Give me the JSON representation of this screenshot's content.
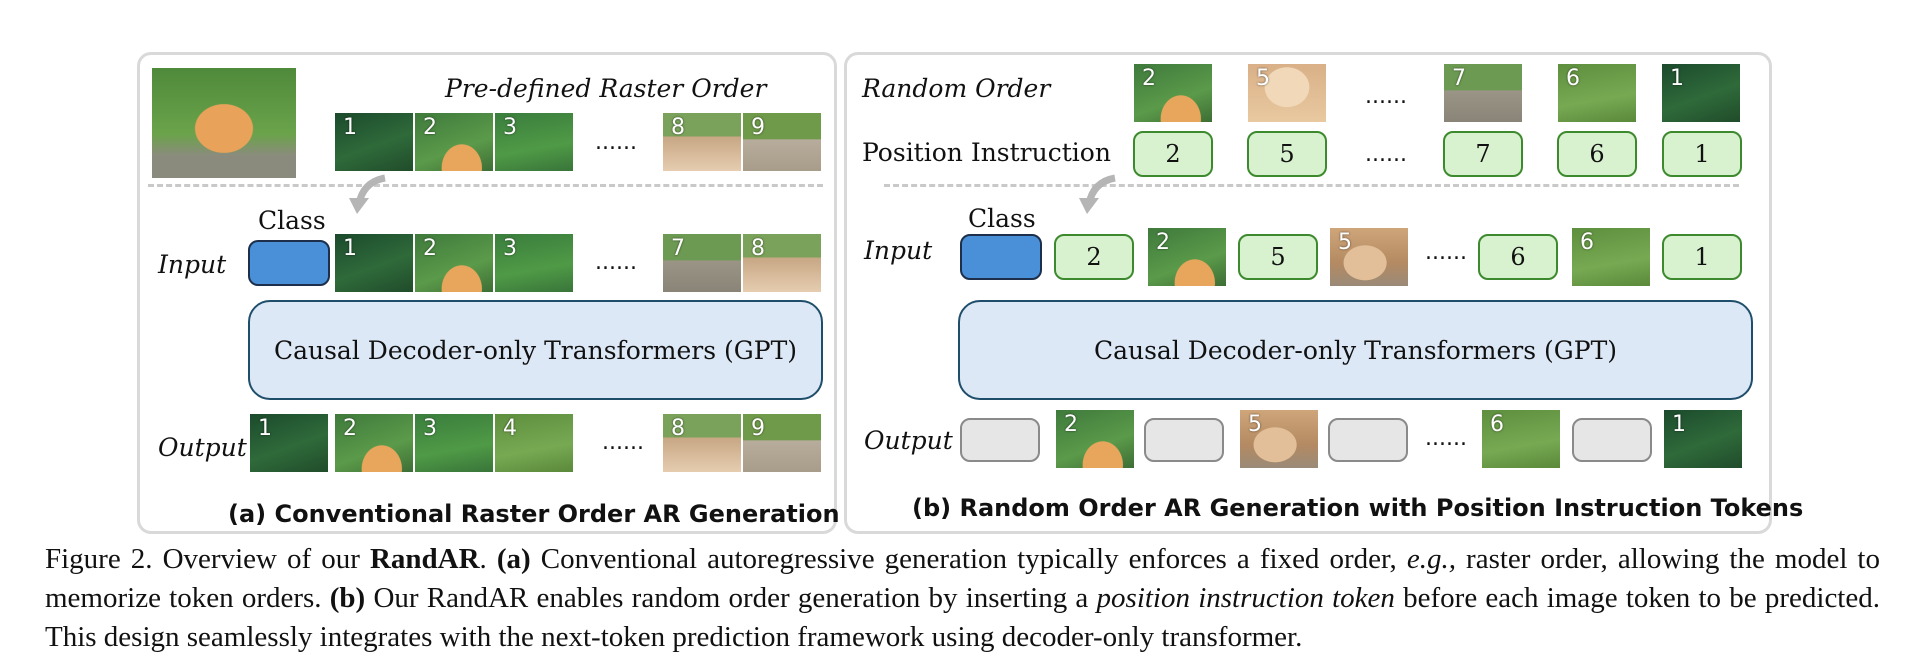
{
  "panel_a": {
    "header": "Pre-defined Raster Order",
    "class_label": "Class",
    "input_label": "Input",
    "output_label": "Output",
    "transformer": "Causal Decoder-only Transformers (GPT)",
    "ellipsis": "......",
    "row1_nums": [
      "1",
      "2",
      "3",
      "8",
      "9"
    ],
    "input_nums": [
      "1",
      "2",
      "3",
      "7",
      "8"
    ],
    "output_nums": [
      "1",
      "2",
      "3",
      "4",
      "8",
      "9"
    ],
    "subtitle": "(a) Conventional Raster Order AR Generation"
  },
  "panel_b": {
    "random_order_label": "Random Order",
    "position_label": "Position Instruction",
    "class_label": "Class",
    "input_label": "Input",
    "output_label": "Output",
    "transformer": "Causal Decoder-only Transformers (GPT)",
    "ellipsis": "......",
    "order_nums": [
      "2",
      "5",
      "7",
      "6",
      "1"
    ],
    "position_nums": [
      "2",
      "5",
      "7",
      "6",
      "1"
    ],
    "input_pos": [
      "2",
      "5",
      "6",
      "1"
    ],
    "input_img": [
      "2",
      "5",
      "6"
    ],
    "output_img": [
      "2",
      "5",
      "6",
      "1"
    ],
    "subtitle": "(b) Random Order AR Generation with Position Instruction Tokens"
  },
  "caption": {
    "fig": "Figure 2. Overview of our ",
    "name": "RandAR",
    "a_tag": "(a)",
    "a_text1": " Conventional autoregressive generation typically enforces a fixed order, ",
    "eg": "e.g.,",
    "a_text2": " raster order, allowing the model to memorize token orders. ",
    "b_tag": "(b)",
    "b_text1": " Our RandAR enables random order generation by inserting a ",
    "pit": "position instruction token",
    "b_text2": " before each image token to be predicted. This design seamlessly integrates with the next-token prediction framework using decoder-only transformer."
  }
}
